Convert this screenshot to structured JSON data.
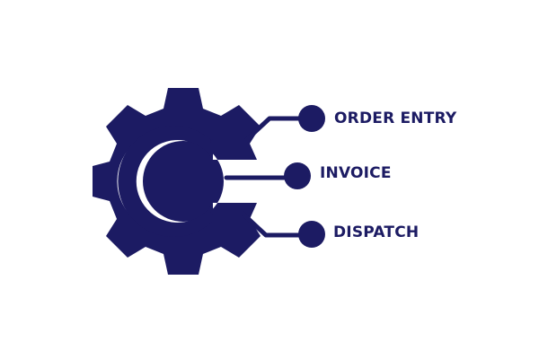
{
  "colors": {
    "brand": "#1c1b63",
    "background": "#ffffff"
  },
  "icons": {
    "gear": "gear-icon",
    "connector": "circuit-connector-icon"
  },
  "labels": {
    "item1": "ORDER ENTRY",
    "item2": "INVOICE",
    "item3": "DISPATCH"
  }
}
